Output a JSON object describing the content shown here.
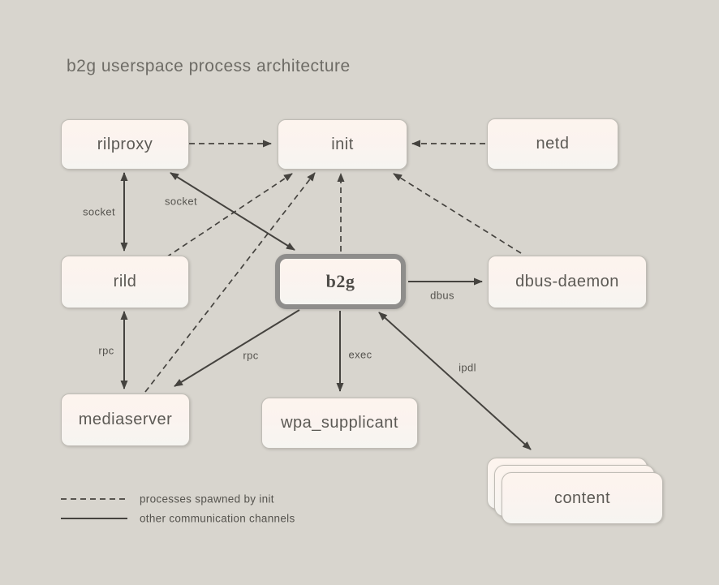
{
  "title": "b2g userspace process architecture",
  "colors": {
    "background": "#d8d5ce",
    "box_fill_top": "#fdf4ee",
    "box_fill_bottom": "#f6f5f1",
    "box_border": "#bfbcb5",
    "b2g_border": "#8e8d8b",
    "arrow": "#45433f",
    "node_text": "#5c5a55",
    "title_text": "#6e6c66",
    "label_text": "#55534e"
  },
  "nodes": {
    "rilproxy": {
      "label": "rilproxy"
    },
    "init": {
      "label": "init"
    },
    "netd": {
      "label": "netd"
    },
    "rild": {
      "label": "rild"
    },
    "b2g": {
      "label": "b2g"
    },
    "dbus_daemon": {
      "label": "dbus-daemon"
    },
    "mediaserver": {
      "label": "mediaserver"
    },
    "wpa_supplicant": {
      "label": "wpa_supplicant"
    },
    "content": {
      "label": "content"
    }
  },
  "edge_labels": {
    "socket_rilproxy_rild": "socket",
    "socket_rilproxy_b2g": "socket",
    "rpc_rild_mediaserver": "rpc",
    "rpc_b2g_mediaserver": "rpc",
    "exec_b2g_wpa": "exec",
    "dbus_b2g_dbusdaemon": "dbus",
    "ipdl_b2g_content": "ipdl"
  },
  "legend": {
    "dashed_label": "processes spawned by init",
    "solid_label": "other communication channels"
  }
}
